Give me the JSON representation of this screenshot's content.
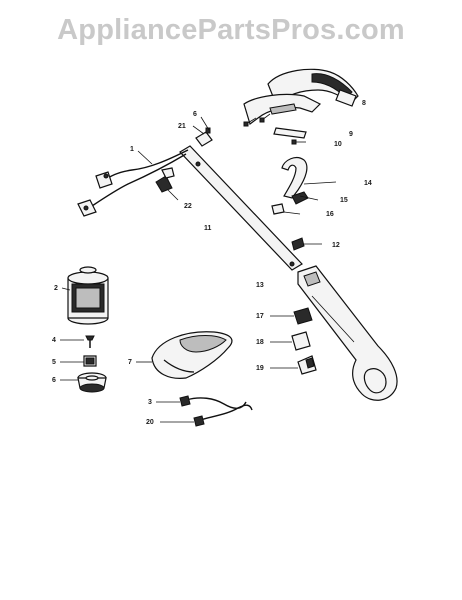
{
  "watermark": "AppliancePartsPros.com",
  "callouts": [
    {
      "id": "1",
      "label": "1"
    },
    {
      "id": "2",
      "label": "2"
    },
    {
      "id": "3",
      "label": "3"
    },
    {
      "id": "4",
      "label": "4"
    },
    {
      "id": "5",
      "label": "5"
    },
    {
      "id": "6a",
      "label": "6"
    },
    {
      "id": "6b",
      "label": "6"
    },
    {
      "id": "7",
      "label": "7"
    },
    {
      "id": "8",
      "label": "8"
    },
    {
      "id": "9",
      "label": "9"
    },
    {
      "id": "10",
      "label": "10"
    },
    {
      "id": "11",
      "label": "11"
    },
    {
      "id": "12",
      "label": "12"
    },
    {
      "id": "13",
      "label": "13"
    },
    {
      "id": "14",
      "label": "14"
    },
    {
      "id": "15",
      "label": "15"
    },
    {
      "id": "16",
      "label": "16"
    },
    {
      "id": "17",
      "label": "17"
    },
    {
      "id": "18",
      "label": "18"
    },
    {
      "id": "19",
      "label": "19"
    },
    {
      "id": "20",
      "label": "20"
    },
    {
      "id": "21",
      "label": "21"
    },
    {
      "id": "22",
      "label": "22"
    }
  ]
}
